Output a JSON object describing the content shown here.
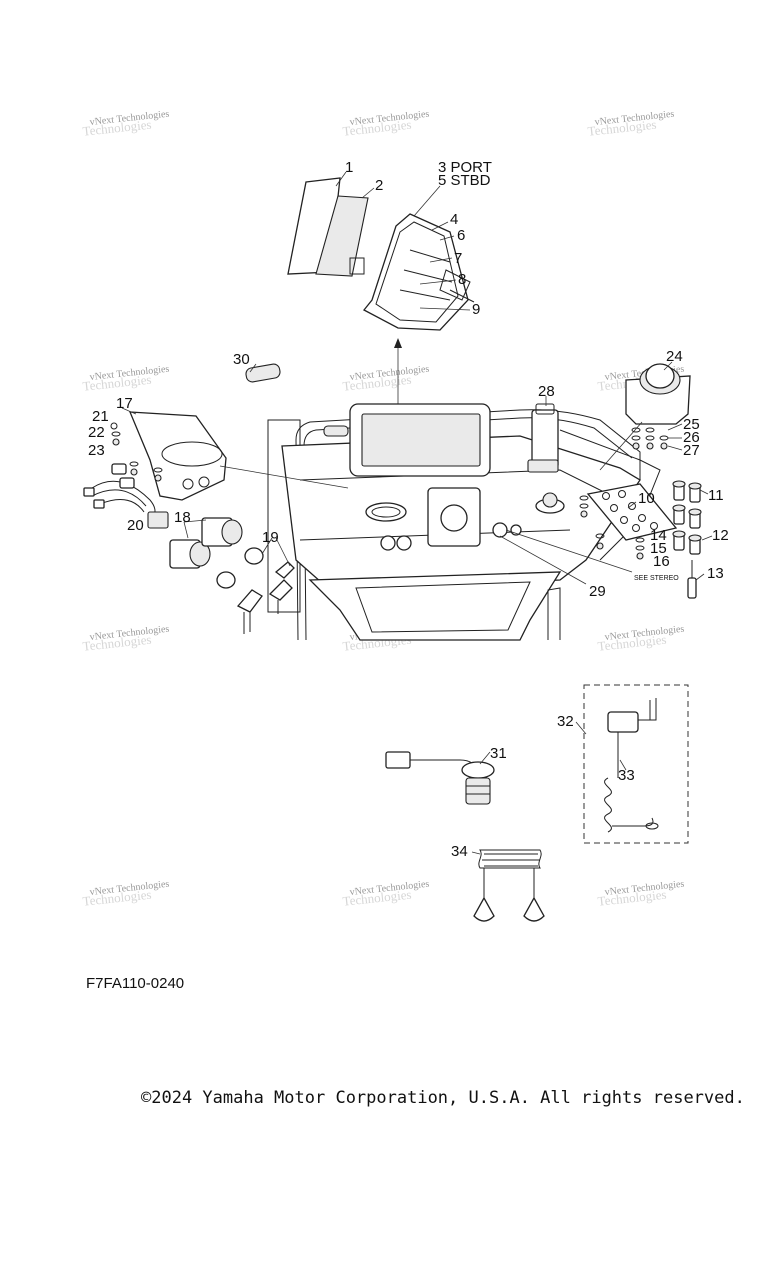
{
  "callouts": {
    "c1": "1",
    "c2": "2",
    "c3": "3 PORT",
    "c5": "5 STBD",
    "c4": "4",
    "c6": "6",
    "c7": "7",
    "c8": "8",
    "c9": "9",
    "c10": "10",
    "c11": "11",
    "c12": "12",
    "c13": "13",
    "c14": "14",
    "c15": "15",
    "c16": "16",
    "c17": "17",
    "c18": "18",
    "c19": "19",
    "c20": "20",
    "c21": "21",
    "c22": "22",
    "c23": "23",
    "c24": "24",
    "c25": "25",
    "c26": "26",
    "c27": "27",
    "c28": "28",
    "c29": "29",
    "c30": "30",
    "c31": "31",
    "c32": "32",
    "c33": "33",
    "c34": "34"
  },
  "see_stereo": "SEE STEREO",
  "watermark": {
    "line1": "vNext Technologies",
    "line2": "Technologies"
  },
  "diagram_code": "F7FA110-0240",
  "copyright": "©2024 Yamaha Motor Corporation, U.S.A. All rights reserved."
}
